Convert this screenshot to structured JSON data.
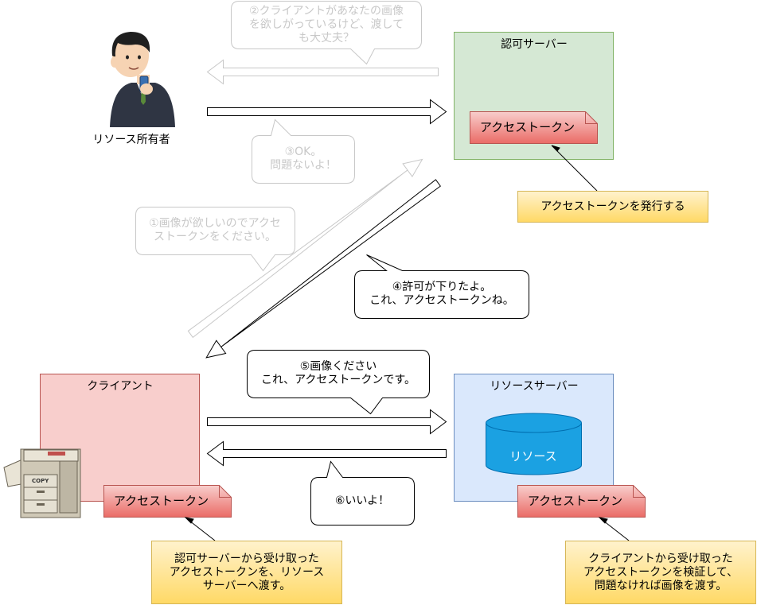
{
  "owner": {
    "label": "リソース所有者"
  },
  "auth_server": {
    "title": "認可サーバー",
    "token": "アクセストークン",
    "note": "アクセストークンを発行する"
  },
  "client": {
    "title": "クライアント",
    "token": "アクセストークン",
    "note": "認可サーバーから受け取った\nアクセストークンを、リソース\nサーバーへ渡す。",
    "copier_label": "COPY"
  },
  "resource_server": {
    "title": "リソースサーバー",
    "db_label": "リソース",
    "token": "アクセストークン",
    "note": "クライアントから受け取った\nアクセストークンを検証して、\n問題なければ画像を渡す。"
  },
  "callouts": {
    "step1": "①画像が欲しいのでアクセ\nストークンをください。",
    "step2": "②クライアントがあなたの画像\nを欲しがっているけど、渡して\nも大丈夫？",
    "step3": "③OK。\n問題ないよ！",
    "step4": "④許可が下りたよ。\nこれ、アクセストークンね。",
    "step5": "⑤画像ください\nこれ、アクセストークンです。",
    "step6": "⑥いいよ！"
  },
  "colors": {
    "auth_fill": "#d5e8d4",
    "auth_stroke": "#82b366",
    "client_fill": "#f8cecc",
    "client_stroke": "#b85450",
    "resource_fill": "#dae8fc",
    "resource_stroke": "#6c8ebf",
    "db_fill": "#1ba1e2",
    "note_fill": "#fff2cc",
    "note_stroke": "#d6b656",
    "faded": "#c8c8c8"
  }
}
